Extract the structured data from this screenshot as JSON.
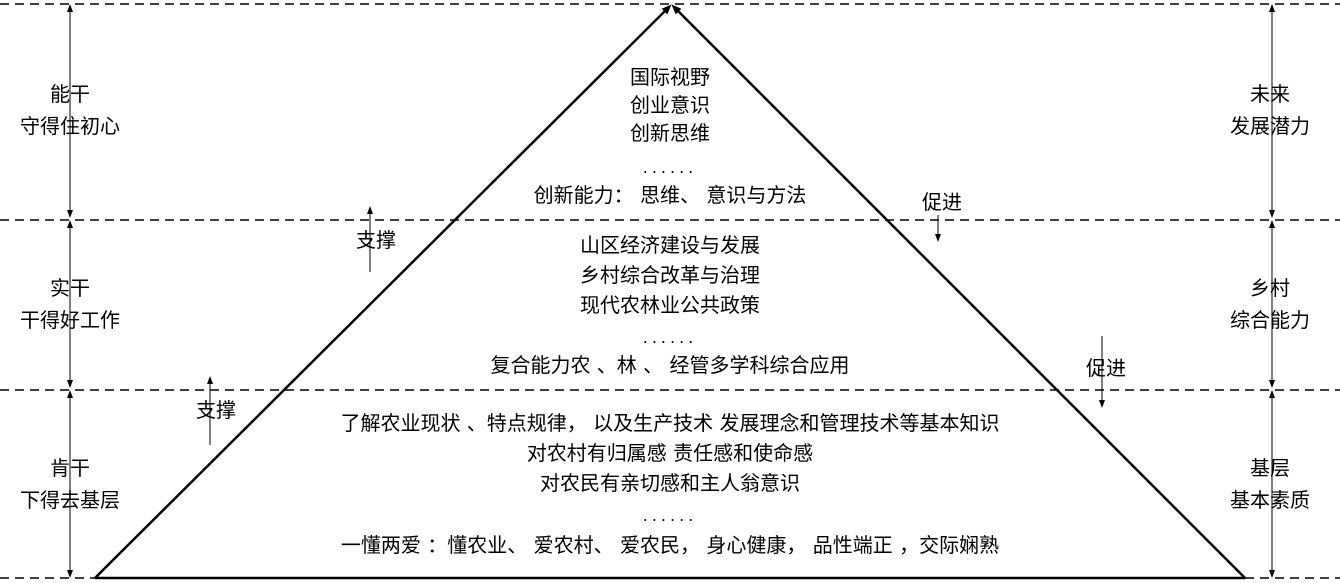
{
  "left_labels": [
    {
      "line1": "能干",
      "line2": "守得住初心"
    },
    {
      "line1": "实干",
      "line2": "干得好工作"
    },
    {
      "line1": "肯干",
      "line2": "下得去基层"
    }
  ],
  "right_labels": [
    {
      "line1": "未来",
      "line2": "发展潜力"
    },
    {
      "line1": "乡村",
      "line2": "综合能力"
    },
    {
      "line1": "基层",
      "line2": "基本素质"
    }
  ],
  "top_layer": {
    "items": [
      "国际视野",
      "创业意识",
      "创新思维"
    ],
    "dots": "......",
    "summary": "创新能力： 思维、  意识与方法"
  },
  "middle_layer": {
    "items": [
      "山区经济建设与发展",
      "乡村综合改革与治理",
      "现代农林业公共政策"
    ],
    "dots": "......",
    "summary": "复合能力农 、林 、    经管多学科综合应用"
  },
  "bottom_layer": {
    "items": [
      "了解农业现状 、特点规律， 以及生产技术    发展理念和管理技术等基本知识",
      "对农村有归属感  责任感和使命感",
      "对农民有亲切感和主人翁意识"
    ],
    "dots": "......",
    "summary": "一懂两爱  ：懂农业、  爱农村、  爱农民，   身心健康，   品性端正  ，交际娴熟"
  },
  "support_label": "支撑",
  "promote_label": "促进"
}
